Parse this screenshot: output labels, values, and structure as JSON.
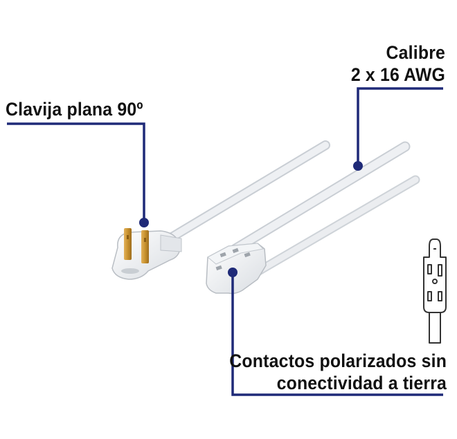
{
  "callouts": {
    "plug": {
      "text": "Clavija plana 90º"
    },
    "gauge": {
      "line1": "Calibre",
      "line2": "2 x 16 AWG"
    },
    "contacts": {
      "line1": "Contactos polarizados sin",
      "line2": "conectividad a tierra"
    }
  },
  "colors": {
    "leader_line": "#1f2a78",
    "cord": "#e9ecef",
    "cord_edge": "#c9ced4",
    "prong": "#c8922f",
    "background": "#ffffff"
  },
  "icons": [
    "flat-plug-photo",
    "outlet-box-photo",
    "extension-cord-photo",
    "polarized-plug-outline-icon"
  ]
}
